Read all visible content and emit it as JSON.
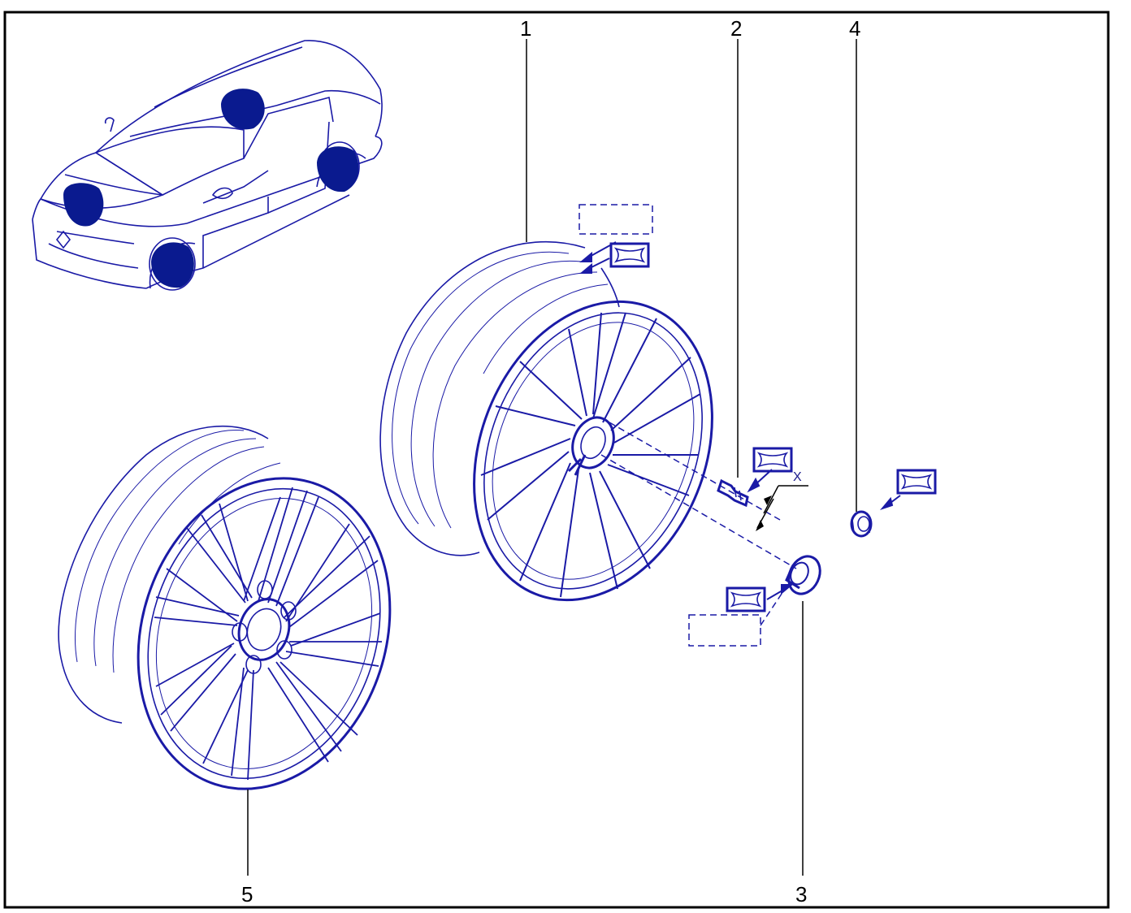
{
  "colors": {
    "ink": "#1a1aa6",
    "spot": "#0a1a8f",
    "frame": "#000000",
    "background": "#ffffff"
  },
  "callouts": {
    "wheel_rim_1": "1",
    "valve_2": "2",
    "center_cap_3": "3",
    "bolt_cap_4": "4",
    "wheel_rim_5": "5"
  },
  "dimension_label": "X",
  "icons": {
    "vehicle": "car-illustration-icon",
    "wheel_locator": "wheel-position-marker-icon",
    "reference_tag": "part-reference-tag-icon"
  }
}
